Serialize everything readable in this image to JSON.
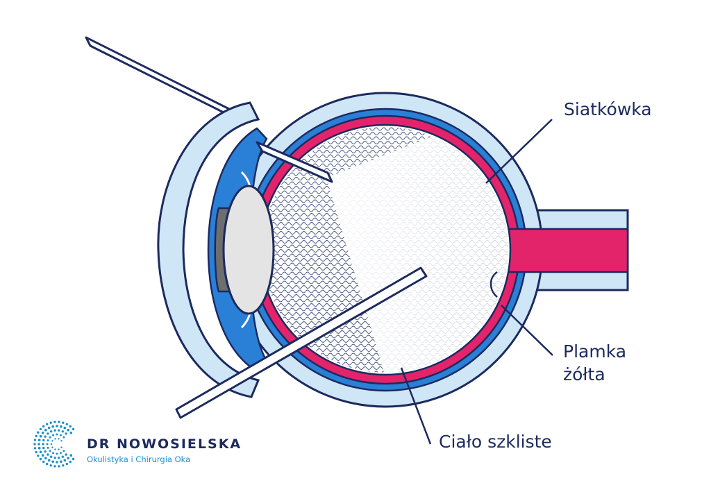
{
  "labels": {
    "retina": "Siatkówka",
    "macula_line1": "Plamka",
    "macula_line2": "żółta",
    "vitreous": "Ciało szkliste"
  },
  "brand": {
    "name": "DR NOWOSIELSKA",
    "subtitle": "Okulistyka i Chirurgia Oka"
  },
  "colors": {
    "outline": "#1c2a5e",
    "sclera": "#cfe6f6",
    "choroid": "#2a7fd6",
    "retina": "#e3246b",
    "lens": "#e4e4e4",
    "iris": "#6e6e6e",
    "brand_blue": "#1a8fcf"
  }
}
